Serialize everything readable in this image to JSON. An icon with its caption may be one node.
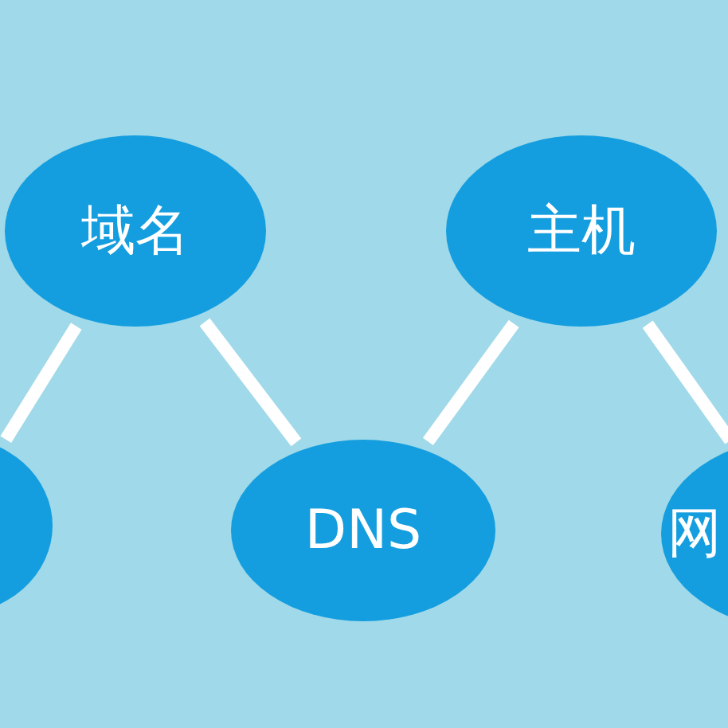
{
  "diagram": {
    "nodes": [
      {
        "text": [
          "域名"
        ]
      },
      {
        "text": [
          "主机"
        ]
      },
      {
        "text": [],
        "shape": "ellipse"
      },
      {
        "text": [
          "DNS"
        ]
      },
      {
        "text": [
          "网"
        ]
      }
    ],
    "edges": [
      {
        "from": 0,
        "to": 2,
        "arrow": "none"
      },
      {
        "from": 0,
        "to": 3,
        "arrow": "none"
      },
      {
        "from": 3,
        "to": 1,
        "arrow": "none"
      },
      {
        "from": 1,
        "to": 4,
        "arrow": "none"
      }
    ]
  }
}
